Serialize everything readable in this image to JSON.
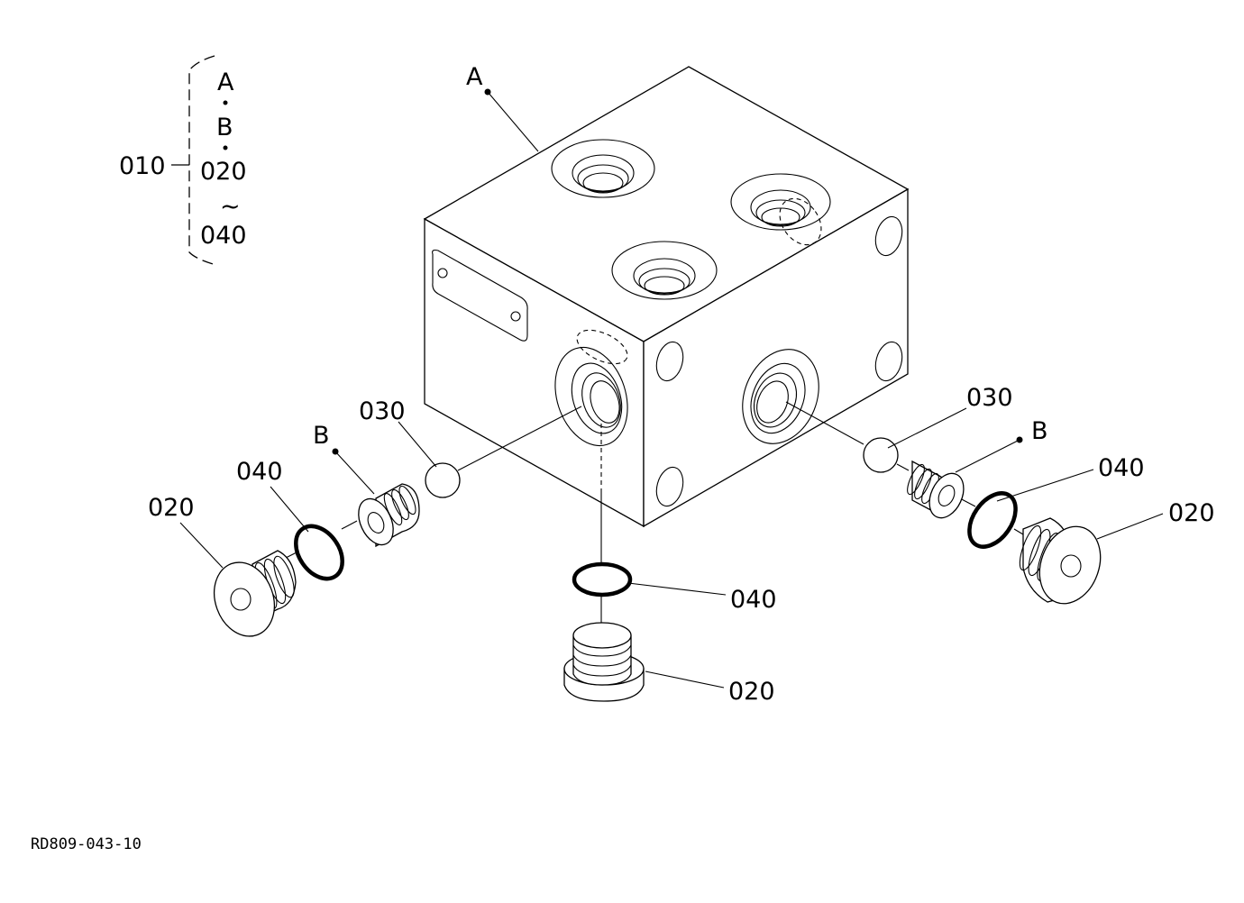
{
  "legend": {
    "assembly": "010",
    "items": [
      "A",
      "B",
      "020",
      "~",
      "040"
    ]
  },
  "callouts": {
    "block": "A",
    "left_seat": "B",
    "right_seat": "B",
    "left_ball": "030",
    "right_ball": "030",
    "left_oring": "040",
    "right_oring": "040",
    "bottom_oring": "040",
    "left_plug": "020",
    "right_plug": "020",
    "bottom_plug": "020"
  },
  "drawing_code": "RD809-043-10"
}
